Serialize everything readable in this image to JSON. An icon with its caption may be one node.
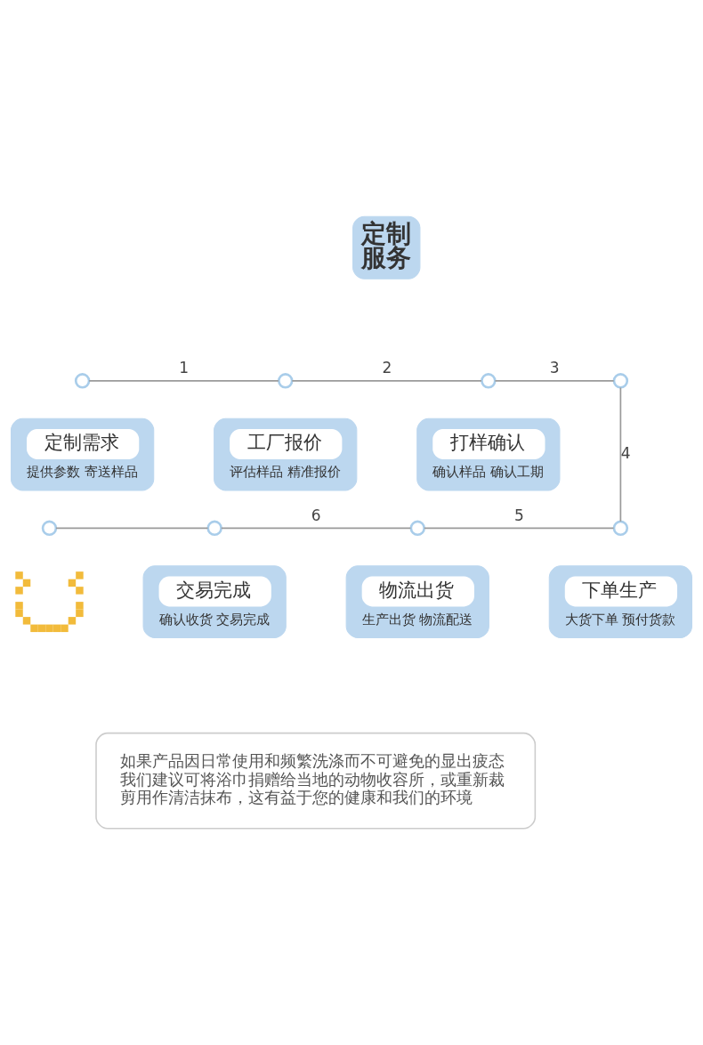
{
  "diagram": {
    "nodes": [
      {
        "text": [
          "定制服务"
        ]
      },
      {
        "text": [],
        "shape": "circle"
      },
      {
        "text": [],
        "shape": "circle"
      },
      {
        "text": [],
        "shape": "circle"
      },
      {
        "text": [],
        "shape": "circle"
      },
      {
        "text": [
          "定制需求",
          "提供参数 寄送样品"
        ]
      },
      {
        "text": [
          "工厂报价",
          "评估样品 精准报价"
        ]
      },
      {
        "text": [
          "打样确认",
          "确认样品 确认工期"
        ]
      },
      {
        "text": [],
        "shape": "circle"
      },
      {
        "text": [],
        "shape": "circle"
      },
      {
        "text": [],
        "shape": "circle"
      },
      {
        "text": [],
        "shape": "circle"
      },
      {
        "text": [],
        "shape": "picture"
      },
      {
        "text": [
          "交易完成",
          "确认收货 交易完成"
        ]
      },
      {
        "text": [
          "物流出货",
          "生产出货 物流配送"
        ]
      },
      {
        "text": [
          "下单生产",
          "大货下单 预付货款"
        ]
      },
      {
        "text": [
          "如果产品因日常使用和频繁洗涤而不可避免的显出疲态我们建议可将浴巾捐赠给当地的动物收容所，或重新裁剪用作清洁抹布，这有益于您的健康和我们的环境"
        ]
      }
    ],
    "edges": [
      {
        "from": 1,
        "to": 2,
        "arrow": "none",
        "label": "1"
      },
      {
        "from": 2,
        "to": 3,
        "arrow": "none",
        "label": "2"
      },
      {
        "from": 3,
        "to": 4,
        "arrow": "none",
        "label": "3"
      },
      {
        "from": 4,
        "to": 11,
        "arrow": "none",
        "label": "4"
      },
      {
        "from": 10,
        "to": 11,
        "arrow": "none",
        "label": "5"
      },
      {
        "from": 9,
        "to": 10,
        "arrow": "none",
        "label": "6"
      },
      {
        "from": 8,
        "to": 9,
        "arrow": "none"
      }
    ]
  }
}
